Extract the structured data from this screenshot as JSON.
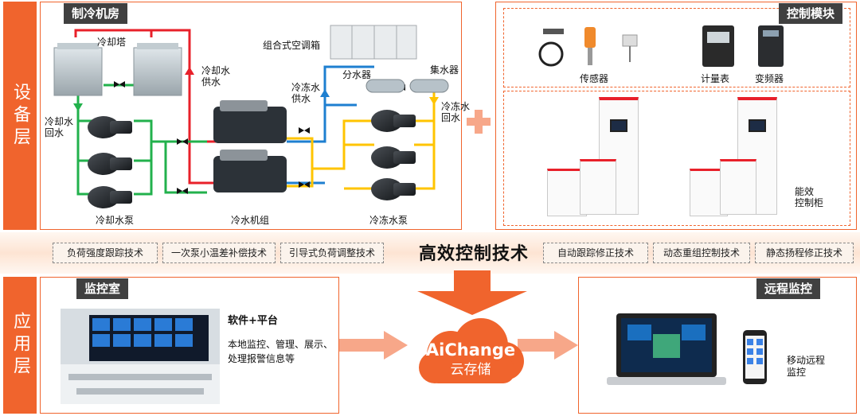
{
  "layers": {
    "equipment": "设备层",
    "application": "应用层"
  },
  "chiller_room": {
    "title": "制冷机房",
    "cooling_tower": "冷却塔",
    "cooling_water_supply": "冷却水\n供水",
    "cooling_water_return": "冷却水\n回水",
    "cooling_pump": "冷却水泵",
    "chiller_unit": "冷水机组",
    "ahu": "组合式空调箱",
    "chilled_water_supply": "冷冻水\n供水",
    "chilled_water_return": "冷冻水\n回水",
    "distributor": "分水器",
    "collector": "集水器",
    "chilled_pump": "冷冻水泵"
  },
  "control_module": {
    "title": "控制模块",
    "sensor": "传感器",
    "meter": "计量表",
    "inverter": "变频器",
    "cabinet": "能效\n控制柜"
  },
  "techniques": {
    "main": "高效控制技术",
    "items": [
      "负荷强度跟踪技术",
      "一次泵小温差补偿技术",
      "引导式负荷调整技术",
      "自动跟踪修正技术",
      "动态重组控制技术",
      "静态扬程修正技术"
    ]
  },
  "monitor_room": {
    "title": "监控室",
    "software": "软件+平台",
    "desc": "本地监控、管理、展示、\n处理报警信息等"
  },
  "cloud": {
    "brand": "AiChange",
    "subtitle": "云存储"
  },
  "remote": {
    "title": "远程监控",
    "mobile": "移动远程\n监控"
  },
  "colors": {
    "accent": "#f0642d",
    "tag_bg": "#404040",
    "pipe_red": "#e8202a",
    "pipe_green": "#22b14c",
    "pipe_blue": "#1e7fd0",
    "pipe_yellow": "#ffc400"
  }
}
